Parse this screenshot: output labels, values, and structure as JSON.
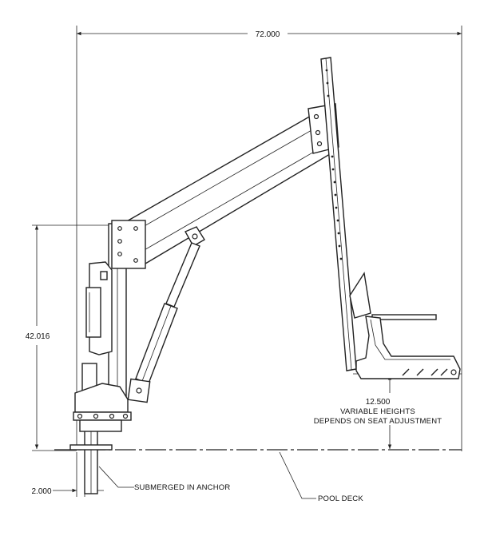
{
  "dimensions": {
    "overall_width": "72.000",
    "overall_height": "42.016",
    "seat_height": "12.500",
    "anchor_depth": "2.000"
  },
  "notes": {
    "seat_line1": "VARIABLE HEIGHTS",
    "seat_line2": "DEPENDS ON SEAT ADJUSTMENT",
    "anchor": "SUBMERGED IN ANCHOR",
    "deck": "POOL DECK"
  }
}
